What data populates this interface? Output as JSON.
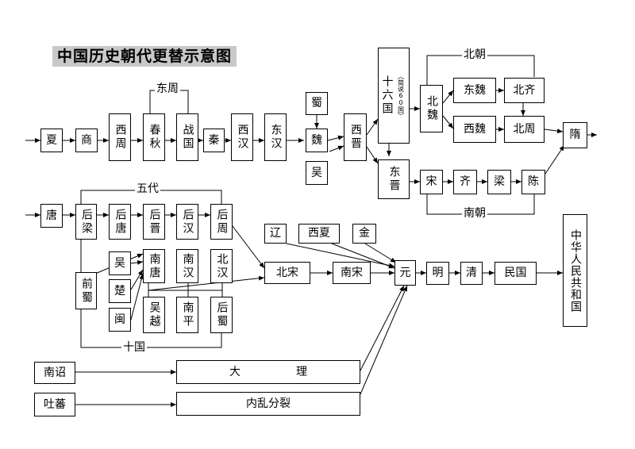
{
  "title": "中国历史朝代更替示意图",
  "nodes": {
    "xia": "夏",
    "shang": "商",
    "xizhou": "西周",
    "chunqiu": "春秋",
    "zhanguo": "战国",
    "qin": "秦",
    "xihan": "西汉",
    "donghan": "东汉",
    "shu": "蜀",
    "wei": "魏",
    "wu": "吴",
    "xijin": "西晋",
    "shiliuguo": "十六国",
    "shiliuguo_note": "（简说60国）",
    "beiwei": "北魏",
    "dongwei": "东魏",
    "beiqi": "北齐",
    "xiwei": "西魏",
    "beizhou_n": "北周",
    "dongjin": "东晋",
    "song_s": "宋",
    "qi_s": "齐",
    "liang_s": "梁",
    "chen_s": "陈",
    "sui": "隋",
    "tang": "唐",
    "houliang": "后梁",
    "houtang": "后唐",
    "houjin": "后晋",
    "houhan": "后汉",
    "houzhou": "后周",
    "qianshu": "前蜀",
    "wu_10": "吴",
    "chu": "楚",
    "min": "闽",
    "nantang": "南唐",
    "nanhan": "南汉",
    "beihan": "北汉",
    "wuyue": "吴越",
    "nanping": "南平",
    "houshu": "后蜀",
    "liao": "辽",
    "xixia": "西夏",
    "jin": "金",
    "beisong": "北宋",
    "nansong": "南宋",
    "yuan": "元",
    "ming": "明",
    "qing": "清",
    "minguo": "民国",
    "prc": "中华人民共和国",
    "nanzhao": "南诏",
    "dali": "大　　　　　理",
    "tubo": "吐蕃",
    "neiluan": "内乱分裂"
  },
  "labels": {
    "dongzhou": "东周",
    "beichao": "北朝",
    "nanchao": "南朝",
    "wudai": "五代",
    "shiguo": "十国"
  }
}
